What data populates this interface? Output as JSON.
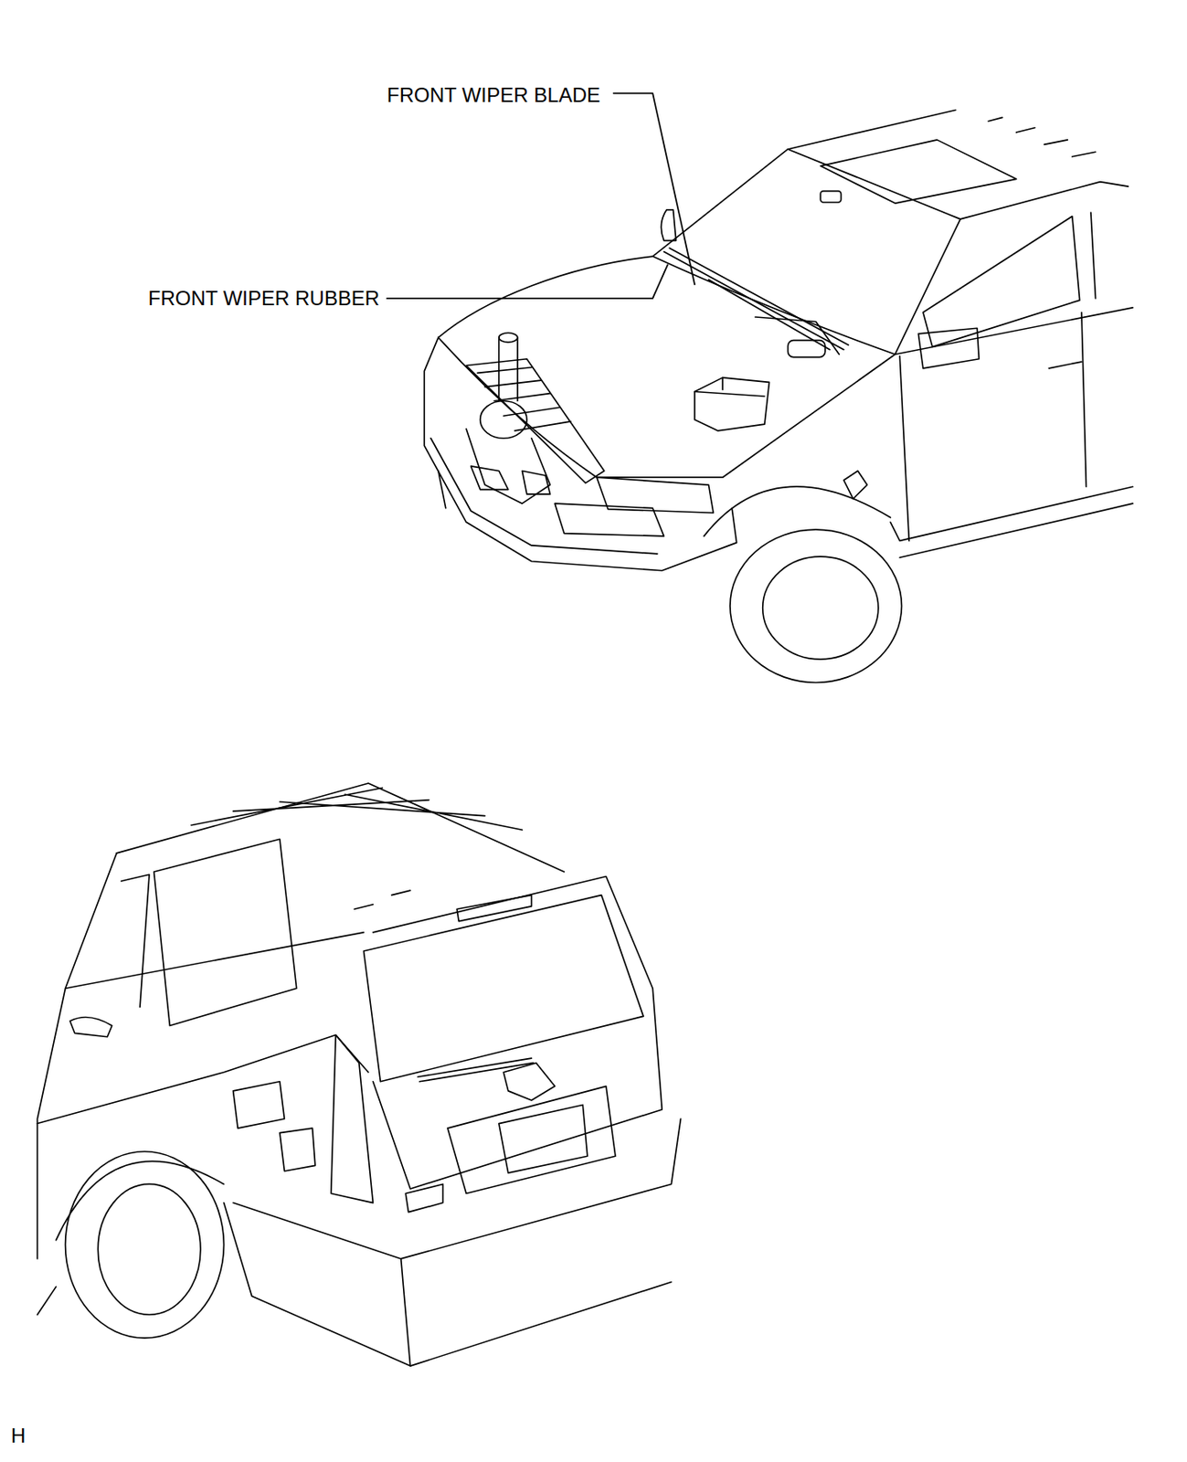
{
  "diagram": {
    "labels": [
      "FRONT WIPER BLADE",
      "FRONT WIPER RUBBER",
      "H"
    ]
  }
}
